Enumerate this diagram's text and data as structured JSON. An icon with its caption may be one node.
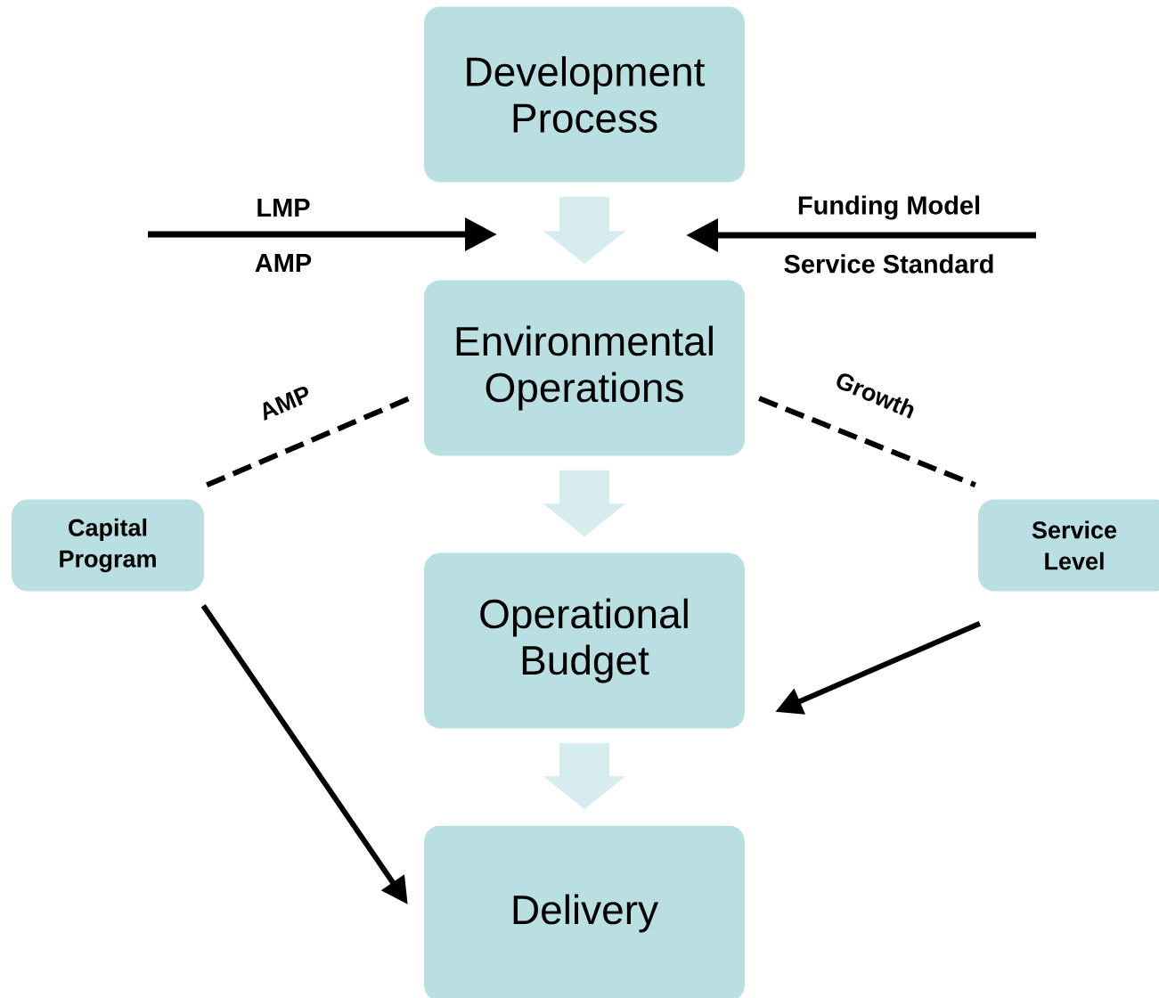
{
  "diagram": {
    "nodes": [
      {
        "text": [
          "Development Process"
        ]
      },
      {
        "text": [
          "Environmental Operations"
        ]
      },
      {
        "text": [
          "Operational Budget"
        ]
      },
      {
        "text": [
          "Delivery"
        ]
      },
      {
        "text": [
          "Capital Program"
        ]
      },
      {
        "text": [
          "Service Level"
        ]
      }
    ],
    "edges": [
      {
        "from": 0,
        "to": 1,
        "arrow": "to",
        "style": "thick",
        "color": "#d6ecee"
      },
      {
        "from": 1,
        "to": 2,
        "arrow": "to",
        "style": "thick",
        "color": "#d6ecee"
      },
      {
        "from": 2,
        "to": 3,
        "arrow": "to",
        "style": "thick",
        "color": "#d6ecee"
      },
      {
        "from": 4,
        "to": 1,
        "arrow": "none",
        "style": "dashed",
        "label": "AMP"
      },
      {
        "from": 1,
        "to": 5,
        "arrow": "none",
        "style": "dashed",
        "label": "Growth"
      },
      {
        "from": 4,
        "to": 3,
        "arrow": "to"
      },
      {
        "from": 5,
        "to": 2,
        "arrow": "to"
      }
    ],
    "labels": [
      "LMP",
      "AMP",
      "Funding Model",
      "Service Standard"
    ]
  }
}
